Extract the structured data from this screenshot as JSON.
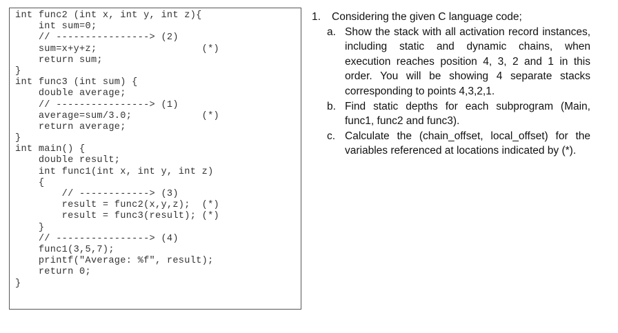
{
  "code": {
    "lines": [
      "int func2 (int x, int y, int z){",
      "    int sum=0;",
      "    // ----------------> (2)",
      "    sum=x+y+z;                  (*)",
      "    return sum;",
      "}",
      "int func3 (int sum) {",
      "    double average;",
      "    // ----------------> (1)",
      "    average=sum/3.0;            (*)",
      "    return average;",
      "}",
      "int main() {",
      "    double result;",
      "    int func1(int x, int y, int z)",
      "    {",
      "        // ------------> (3)",
      "        result = func2(x,y,z);  (*)",
      "        result = func3(result); (*)",
      "    }",
      "    // ----------------> (4)",
      "    func1(3,5,7);",
      "    printf(\"Average: %f\", result);",
      "    return 0;",
      "}"
    ]
  },
  "question": {
    "number": "1.",
    "intro": "Considering the given C language code;",
    "parts": [
      {
        "label": "a.",
        "text": "Show the stack with all activation record instances, including static and dynamic chains, when execution reaches position 4, 3, 2 and 1 in this order. You will be showing 4 separate stacks corresponding to points 4,3,2,1."
      },
      {
        "label": "b.",
        "text": "Find static depths for each subprogram (Main, func1, func2 and func3)."
      },
      {
        "label": "c.",
        "text": "Calculate the (chain_offset, local_offset) for the variables referenced at locations indicated by (*)."
      }
    ]
  }
}
